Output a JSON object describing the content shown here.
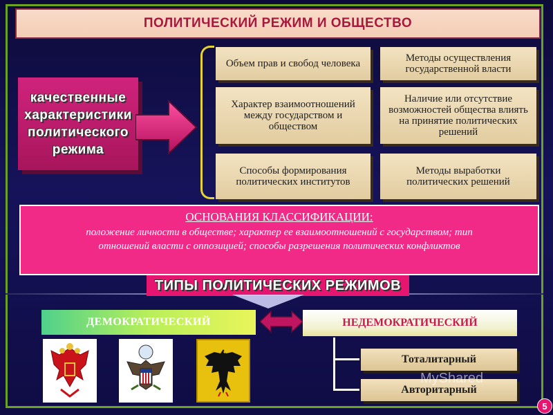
{
  "title": "ПОЛИТИЧЕСКИЙ РЕЖИМ И ОБЩЕСТВО",
  "qualitative_box": {
    "lines": [
      "качественные",
      "характеристики",
      "политического",
      "режима"
    ]
  },
  "characteristics": [
    "Объем прав и свобод человека",
    "Методы осуществления государственной власти",
    "Характер взаимоотношений между государством и обществом",
    "Наличие или отсутствие возможностей общества влиять на принятие политических решений",
    "Способы формирования политических институтов",
    "Методы выработки политических решений"
  ],
  "classification": {
    "heading": "ОСНОВАНИЯ КЛАССИФИКАЦИИ",
    "heading_suffix": ":",
    "text": "положение личности в обществе; характер ее взаимоотношений с государством; тип отношений власти с оппозицией; способы разрешения политических конфликтов"
  },
  "types_title": "ТИПЫ ПОЛИТИЧЕСКИХ РЕЖИМОВ",
  "democratic": "ДЕМОКРАТИЧЕСКИЙ",
  "non_democratic": "НЕДЕМОКРАТИЧЕСКИЙ",
  "non_democratic_types": [
    "Тоталитарный",
    "Авторитарный"
  ],
  "emblems": [
    "russia-coat-of-arms-icon",
    "usa-great-seal-icon",
    "germany-eagle-icon"
  ],
  "watermark": "MyShared",
  "page_number": "5",
  "colors": {
    "accent_pink": "#e6156f",
    "title_red": "#a8183c",
    "frame_green": "#6aa31e",
    "brace_yellow": "#e6d234"
  }
}
